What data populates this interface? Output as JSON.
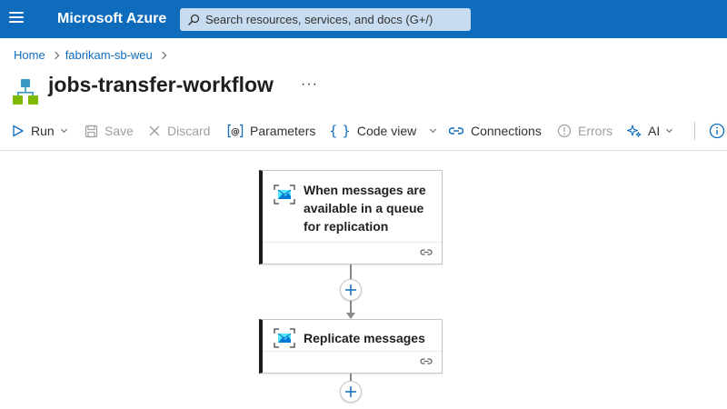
{
  "header": {
    "brand": "Microsoft Azure",
    "search_placeholder": "Search resources, services, and docs (G+/)",
    "icons": [
      "hamburger-menu-icon",
      "search-icon"
    ]
  },
  "breadcrumb": {
    "items": [
      "Home",
      "fabrikam-sb-weu"
    ]
  },
  "page": {
    "title": "jobs-transfer-workflow",
    "more": "···",
    "icon": "logic-app-workflow-icon"
  },
  "toolbar": {
    "run": "Run",
    "save": "Save",
    "discard": "Discard",
    "parameters": "Parameters",
    "code_view": "Code view",
    "connections": "Connections",
    "errors": "Errors",
    "ai": "AI",
    "disabled": [
      "Save",
      "Discard",
      "Errors"
    ]
  },
  "designer": {
    "steps": [
      {
        "type": "trigger",
        "title": "When messages are available in a queue for replication",
        "title_lines": [
          "When messages are",
          "available in a queue",
          "for replication"
        ],
        "icon": "service-bus-icon",
        "footer_icon": "link-icon"
      },
      {
        "type": "action",
        "title": "Replicate messages",
        "icon": "service-bus-icon",
        "footer_icon": "link-icon"
      }
    ],
    "add_step_icon": "plus-icon"
  },
  "colors": {
    "header_bg": "#0f6cbd",
    "link": "#0f6cbd",
    "card_accent": "#1b1a19",
    "disabled_text": "#a19f9d"
  }
}
